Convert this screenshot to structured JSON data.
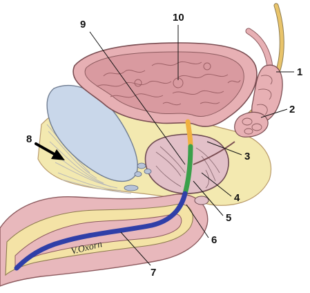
{
  "diagram": {
    "labels": [
      {
        "id": "label-1",
        "text": "1"
      },
      {
        "id": "label-2",
        "text": "2"
      },
      {
        "id": "label-3",
        "text": "3"
      },
      {
        "id": "label-4",
        "text": "4"
      },
      {
        "id": "label-5",
        "text": "5"
      },
      {
        "id": "label-6",
        "text": "6"
      },
      {
        "id": "label-7",
        "text": "7"
      },
      {
        "id": "label-8",
        "text": "8"
      },
      {
        "id": "label-9",
        "text": "9"
      },
      {
        "id": "label-10",
        "text": "10"
      }
    ],
    "signature": "V.Oxorn"
  },
  "colors": {
    "bladder_wall": "#e7b0b4",
    "bladder_inner": "#d99aa0",
    "fat": "#f3e9b0",
    "bone": "#c9d7ea",
    "prostate": "#e2c0c8",
    "urethra_orange": "#f0b040",
    "urethra_green": "#3aa04a",
    "urethra_blue": "#2f3fa8",
    "penis_skin": "#e8b8bc",
    "vas_deferens": "#e9c46a"
  }
}
